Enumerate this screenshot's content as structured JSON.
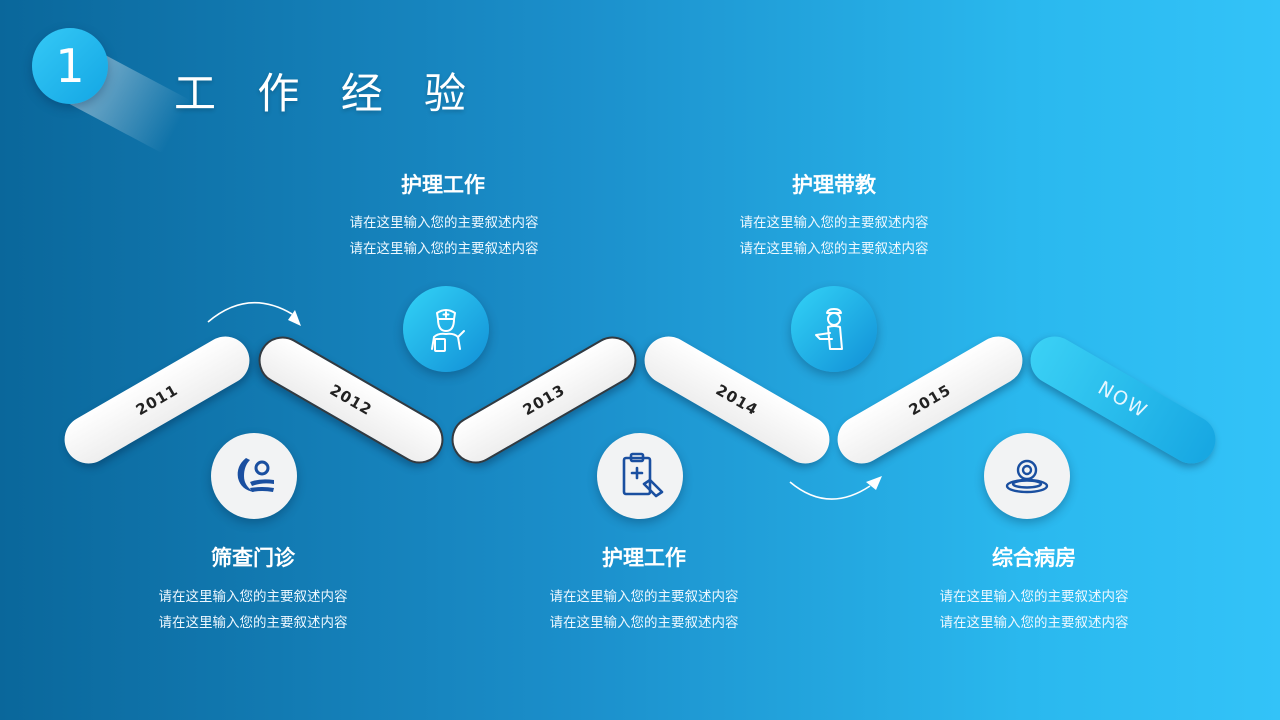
{
  "badge_number": "1",
  "title": "工 作 经 验",
  "years": [
    "2011",
    "2012",
    "2013",
    "2014",
    "2015",
    "NOW"
  ],
  "top_items": [
    {
      "heading": "护理工作",
      "lines": [
        "请在这里输入您的主要叙述内容",
        "请在这里输入您的主要叙述内容"
      ],
      "icon": "nurse-icon"
    },
    {
      "heading": "护理带教",
      "lines": [
        "请在这里输入您的主要叙述内容",
        "请在这里输入您的主要叙述内容"
      ],
      "icon": "teacher-icon"
    }
  ],
  "bottom_items": [
    {
      "heading": "筛查门诊",
      "lines": [
        "请在这里输入您的主要叙述内容",
        "请在这里输入您的主要叙述内容"
      ],
      "icon": "hand-care-icon"
    },
    {
      "heading": "护理工作",
      "lines": [
        "请在这里输入您的主要叙述内容",
        "请在这里输入您的主要叙述内容"
      ],
      "icon": "clipboard-icon"
    },
    {
      "heading": "综合病房",
      "lines": [
        "请在这里输入您的主要叙述内容",
        "请在这里输入您的主要叙述内容"
      ],
      "icon": "medical-device-icon"
    }
  ],
  "colors": {
    "accent": "#1aa3e0",
    "icon_dark_blue": "#1a4fa0"
  }
}
